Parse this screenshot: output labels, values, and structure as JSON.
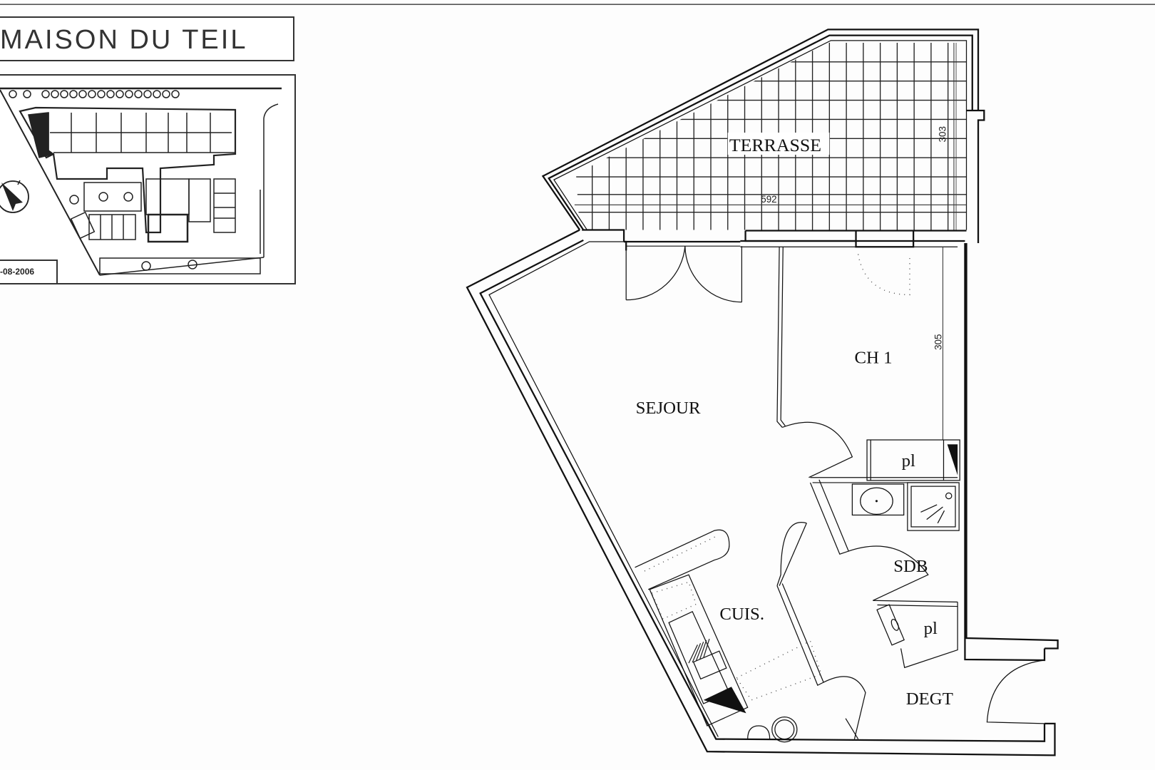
{
  "header": {
    "title": "MAISON DU TEIL",
    "site_plan_date": "-08-2006"
  },
  "site_plan": {
    "description": "Location site plan with highlighted unit",
    "icons": [
      "compass-icon",
      "tree-icon",
      "parking-spaces"
    ]
  },
  "floor_plan": {
    "rooms": [
      {
        "id": "terrasse",
        "label": "TERRASSE"
      },
      {
        "id": "sejour",
        "label": "SEJOUR"
      },
      {
        "id": "ch1",
        "label": "CH 1"
      },
      {
        "id": "cuisine",
        "label": "CUIS."
      },
      {
        "id": "sdb",
        "label": "SDB"
      },
      {
        "id": "degt",
        "label": "DEGT"
      },
      {
        "id": "placard1",
        "label": "pl"
      },
      {
        "id": "placard2",
        "label": "pl"
      }
    ],
    "dimensions": {
      "terrace_width": "592",
      "terrace_depth": "303",
      "bedroom_depth": "305"
    }
  },
  "colors": {
    "line": "#111111",
    "background": "#fdfdfd",
    "fill_dark": "#111111"
  }
}
